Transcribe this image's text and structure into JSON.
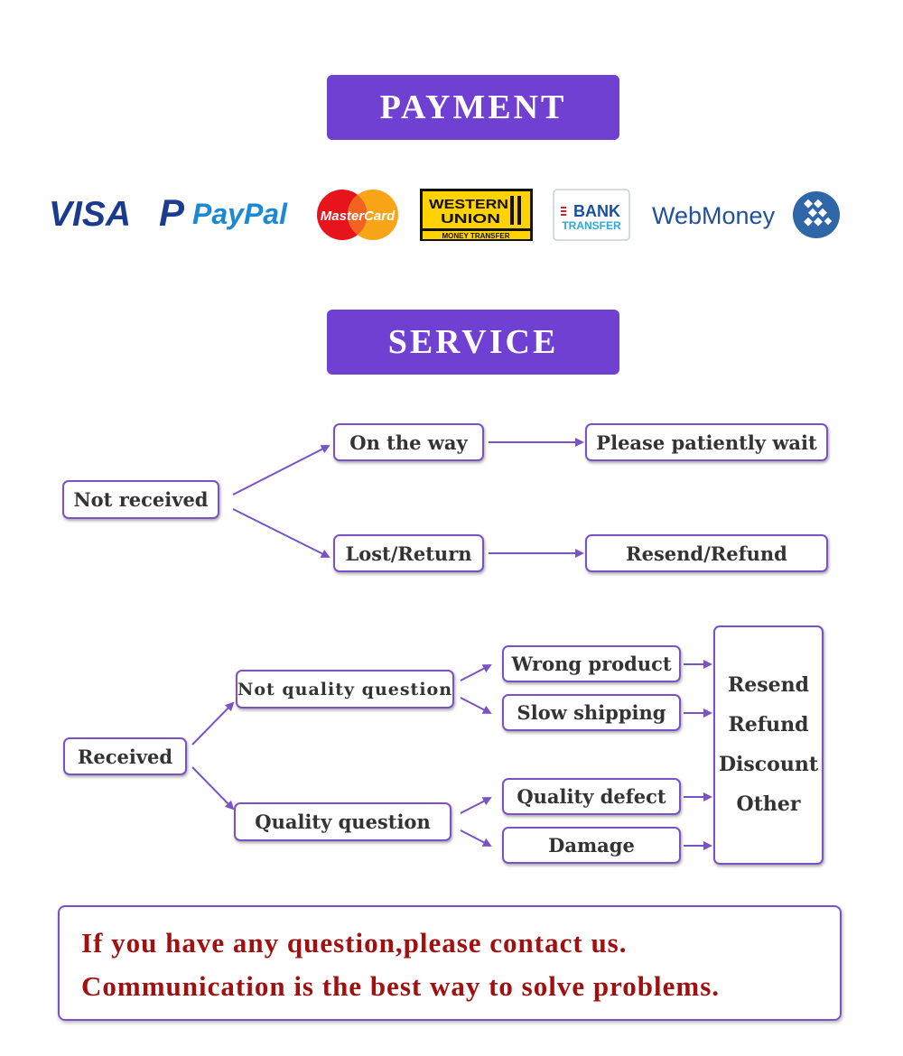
{
  "payment_section": {
    "title": "PAYMENT",
    "logos": [
      {
        "name": "VISA",
        "icon": "visa-logo"
      },
      {
        "name": "PayPal",
        "icon": "paypal-logo"
      },
      {
        "name": "MasterCard",
        "icon": "mastercard-logo"
      },
      {
        "name": "WESTERN UNION",
        "subtitle": "MONEY TRANSFER",
        "icon": "western-union-logo"
      },
      {
        "name": "BANK",
        "subtitle": "TRANSFER",
        "icon": "bank-transfer-logo"
      },
      {
        "name": "WebMoney",
        "icon": "webmoney-logo"
      }
    ]
  },
  "service_section": {
    "title": "SERVICE",
    "not_received": {
      "root": "Not received",
      "on_the_way": "On the way",
      "wait": "Please patiently wait",
      "lost_return": "Lost/Return",
      "resend_refund": "Resend/Refund"
    },
    "received": {
      "root": "Received",
      "not_quality": "Not quality question",
      "quality": "Quality question",
      "issues": [
        "Wrong product",
        "Slow shipping",
        "Quality defect",
        "Damage"
      ],
      "outcomes": [
        "Resend",
        "Refund",
        "Discount",
        "Other"
      ]
    }
  },
  "contact_note": {
    "line1": "If you have any question,please contact us.",
    "line2": "Communication is the best way to solve problems."
  },
  "colors": {
    "accent": "#7040d2",
    "border": "#7b52c4",
    "note_text": "#a01010"
  }
}
